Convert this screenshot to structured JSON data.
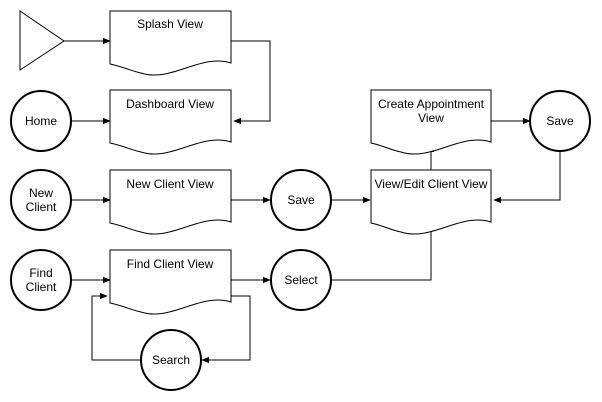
{
  "diagram": {
    "start": {
      "label": ""
    },
    "views": {
      "splash": "Splash View",
      "dashboard": "Dashboard View",
      "new_client": "New Client View",
      "find_client": "Find Client View",
      "create_appointment": [
        "Create Appointment",
        "View"
      ],
      "view_edit_client": "View/Edit Client View"
    },
    "actions": {
      "home": [
        "Home"
      ],
      "new_client": [
        "New",
        "Client"
      ],
      "find_client": [
        "Find",
        "Client"
      ],
      "save_client": [
        "Save"
      ],
      "select": [
        "Select"
      ],
      "search": [
        "Search"
      ],
      "save_appointment": [
        "Save"
      ]
    }
  }
}
